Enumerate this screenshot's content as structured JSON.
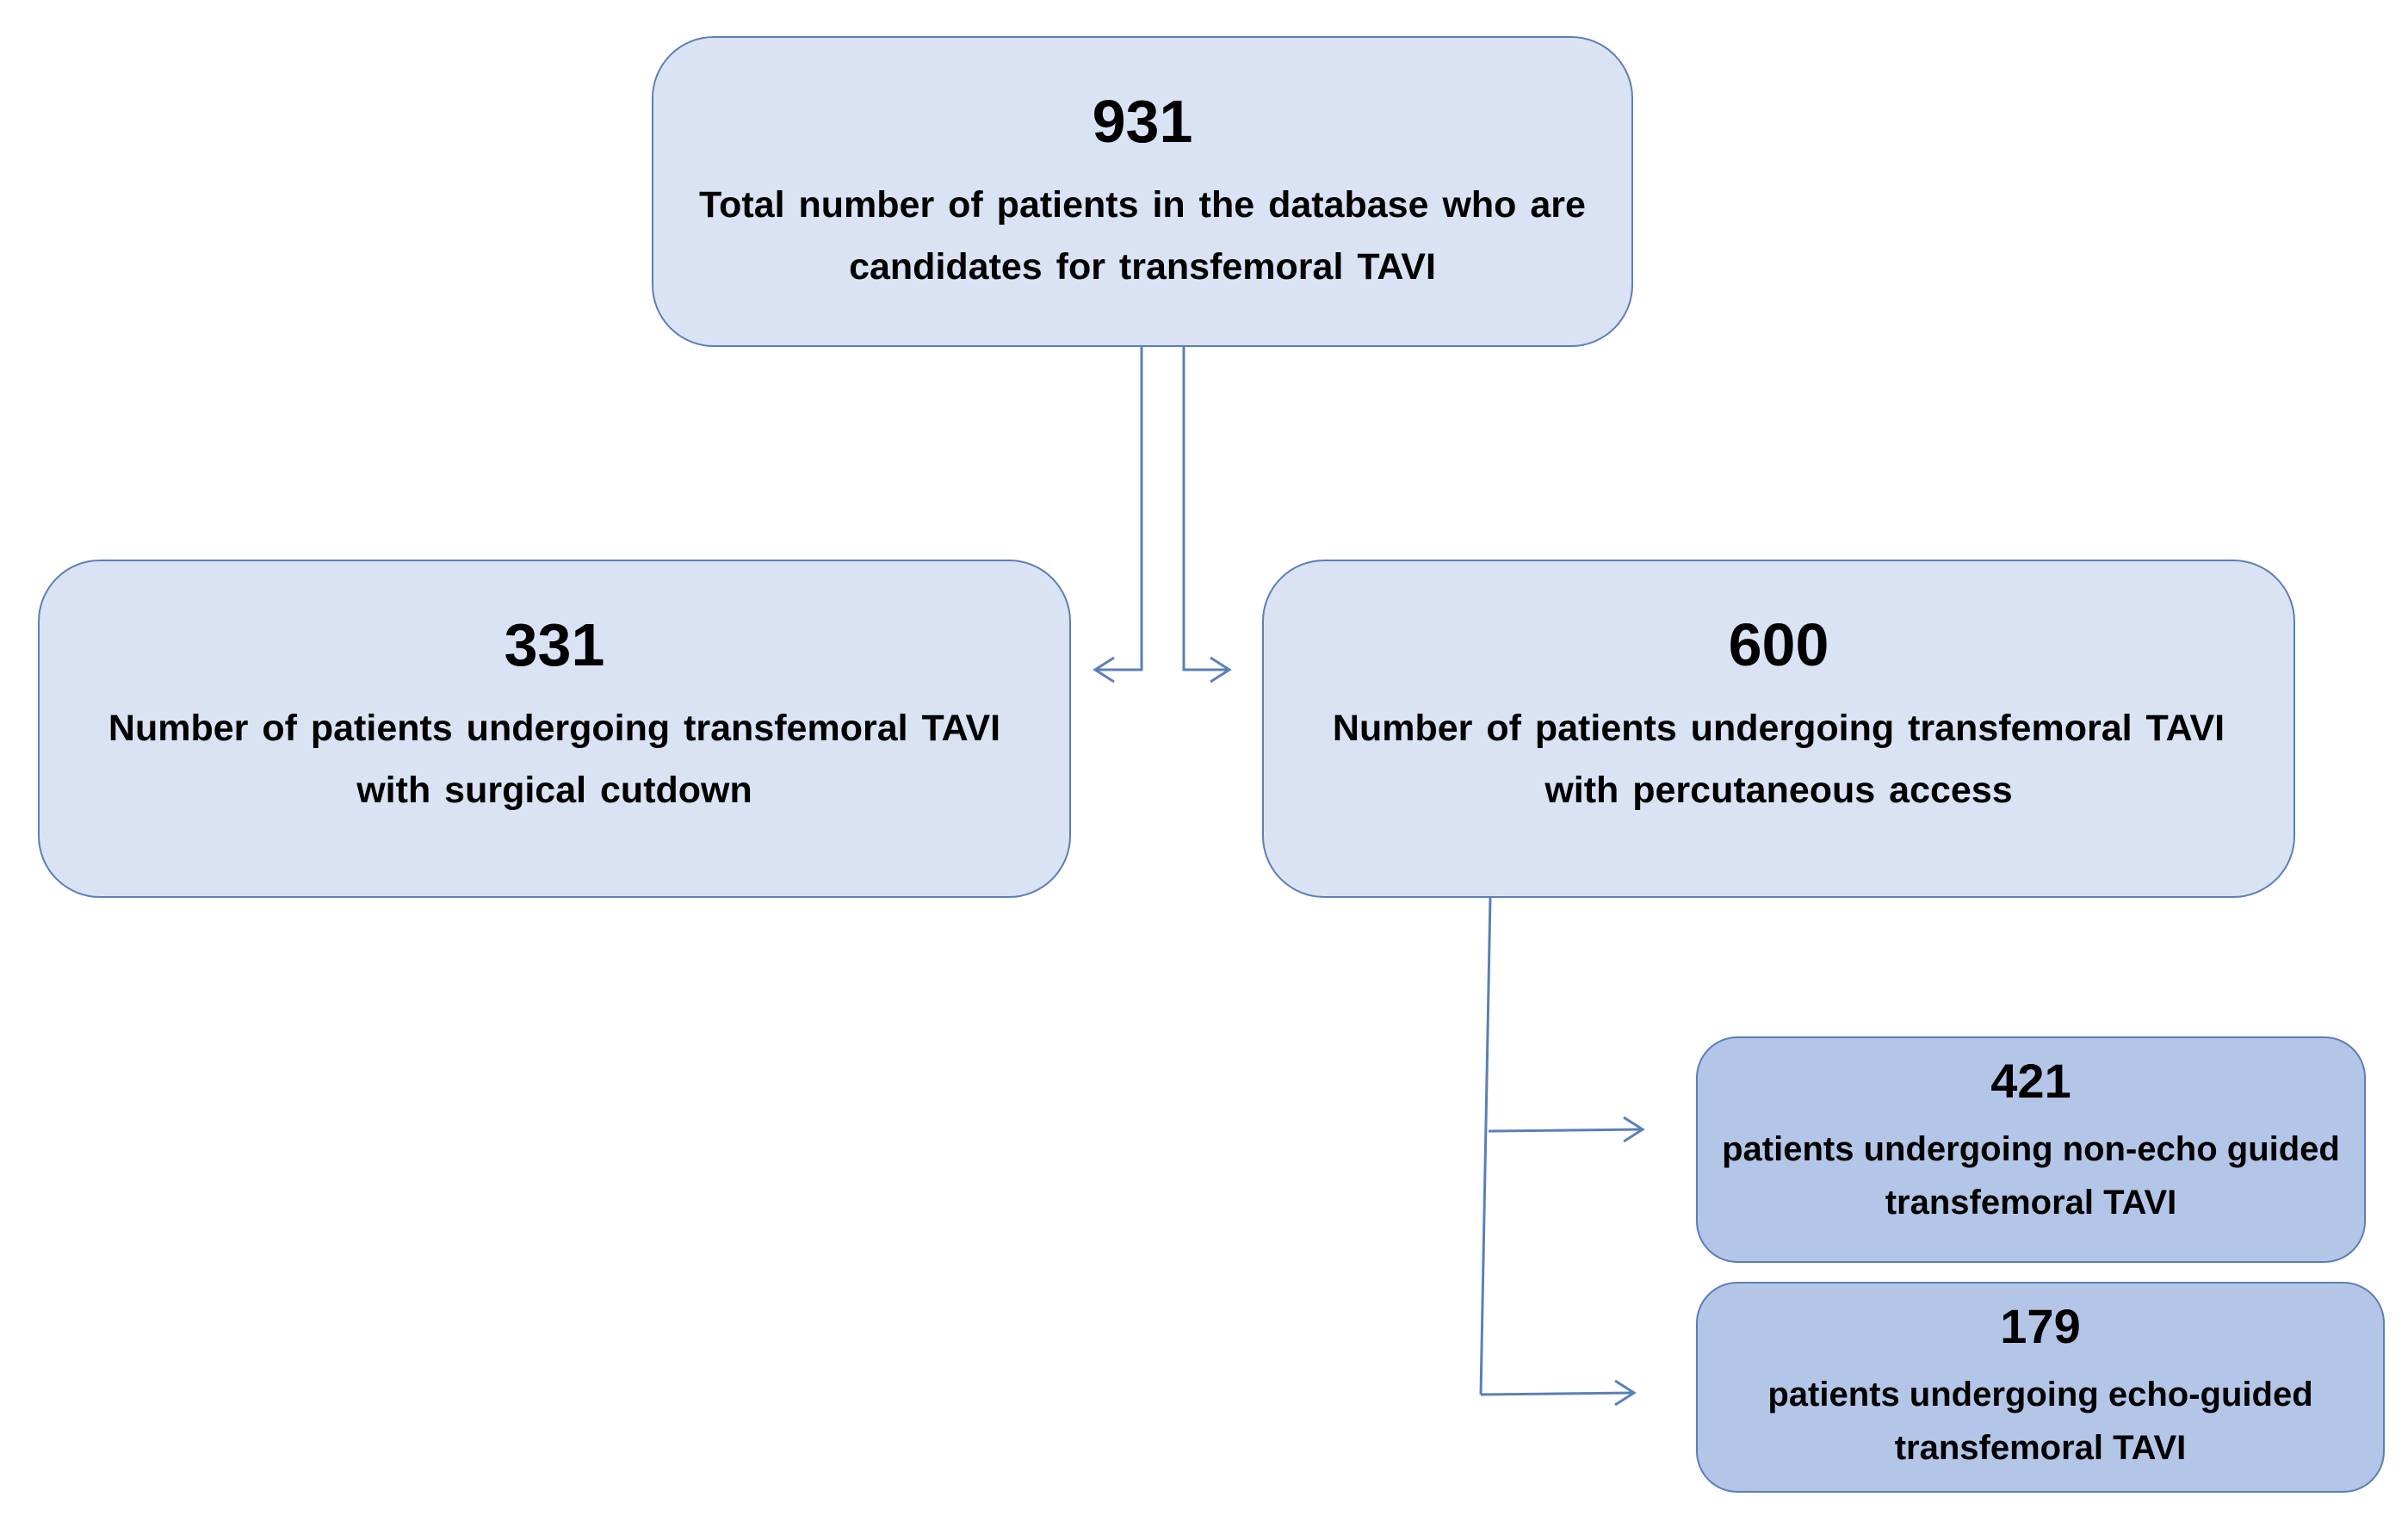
{
  "flow": {
    "total": {
      "count": "931",
      "line1": "Total number of patients in the database who are",
      "line2": "candidates for transfemoral TAVI"
    },
    "cutdown": {
      "count": "331",
      "line1": "Number of patients undergoing transfemoral TAVI",
      "line2": "with surgical cutdown"
    },
    "percutaneous": {
      "count": "600",
      "line1": "Number of patients undergoing transfemoral TAVI",
      "line2": "with percutaneous access"
    },
    "non_echo": {
      "count": "421",
      "line1": "patients undergoing non-echo guided",
      "line2": "transfemoral TAVI"
    },
    "echo": {
      "count": "179",
      "line1": "patients undergoing echo-guided",
      "line2": "transfemoral TAVI"
    }
  },
  "colors": {
    "box_fill_light": "#dae3f3",
    "box_fill_mid": "#b4c6e7",
    "border": "#5b7fb8",
    "connector": "#5b7fb8"
  }
}
